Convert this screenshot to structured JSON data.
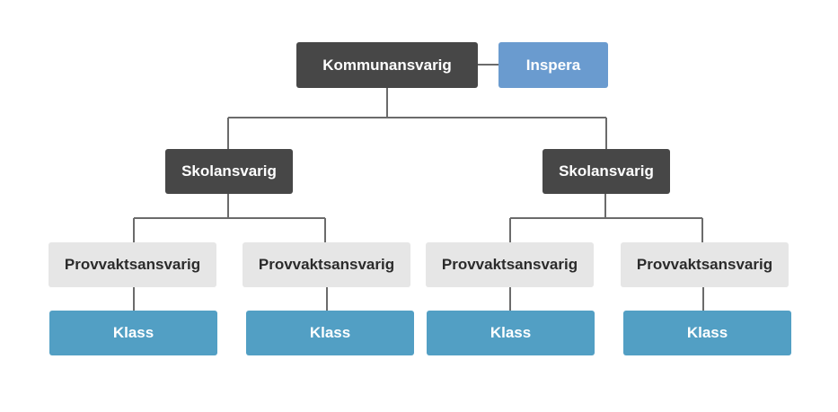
{
  "nodes": {
    "top": "Kommunansvarig",
    "side": "Inspera",
    "school_left": "Skolansvarig",
    "school_right": "Skolansvarig",
    "proctors": [
      "Provvaktsansvarig",
      "Provvaktsansvarig",
      "Provvaktsansvarig",
      "Provvaktsansvarig"
    ],
    "classes": [
      "Klass",
      "Klass",
      "Klass",
      "Klass"
    ]
  },
  "colors": {
    "dark": "#474747",
    "side": "#6a9bcf",
    "proctor": "#e6e6e6",
    "class": "#529fc4",
    "line": "#6b6b6b"
  }
}
